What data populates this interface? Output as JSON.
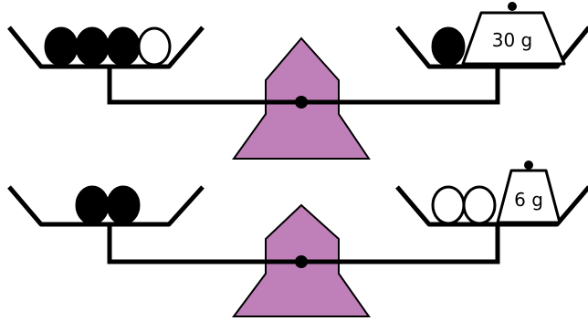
{
  "colors": {
    "pivot": "#bf7fb8",
    "ink": "#000000",
    "ball_black": "#000000",
    "ball_white": "#ffffff"
  },
  "balances": [
    {
      "left_pan": [
        "black",
        "black",
        "black",
        "white"
      ],
      "right_pan": [
        "black"
      ],
      "right_weight_label": "30 g"
    },
    {
      "left_pan": [
        "black",
        "black"
      ],
      "right_pan": [
        "white",
        "white"
      ],
      "right_weight_label": "6 g"
    }
  ]
}
